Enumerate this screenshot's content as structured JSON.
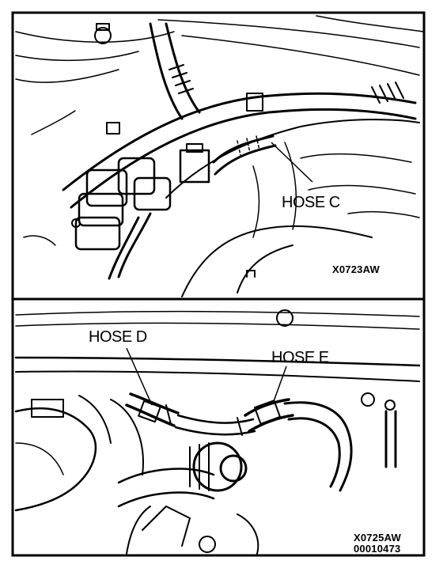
{
  "panels": [
    {
      "code": "X0723AW",
      "callouts": [
        {
          "label": "HOSE C"
        }
      ]
    },
    {
      "code": "X0725AW",
      "callouts": [
        {
          "label": "HOSE D"
        },
        {
          "label": "HOSE E"
        }
      ]
    }
  ],
  "document_code": "00010473",
  "colors": {
    "ink": "#000000",
    "paper": "#ffffff"
  }
}
